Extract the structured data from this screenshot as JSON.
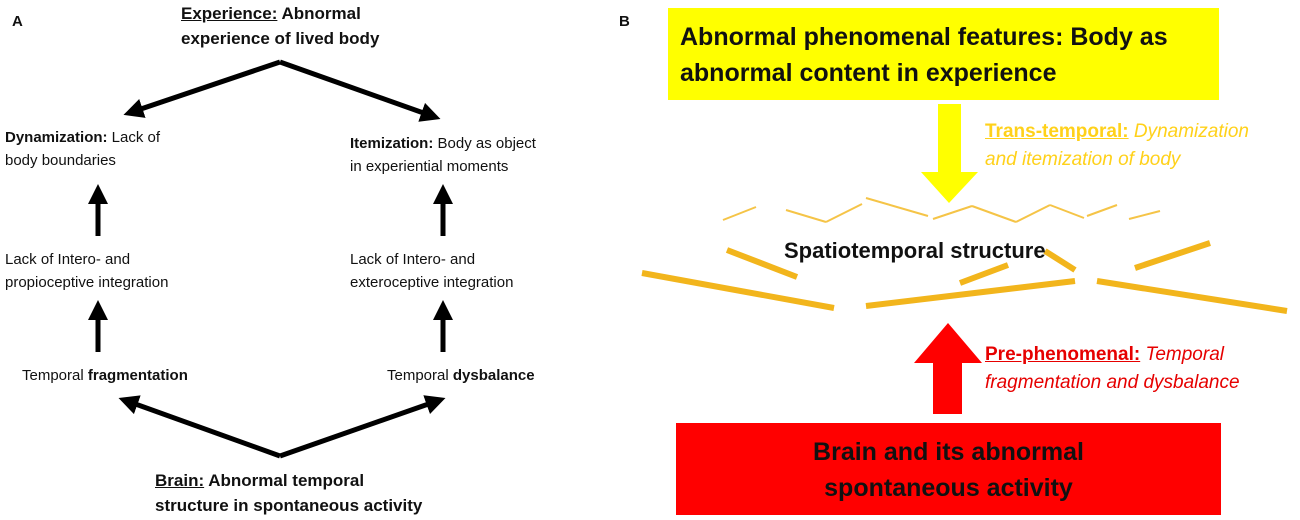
{
  "panel_a": {
    "letter": "A",
    "experience": {
      "head": "Experience:",
      "text1": " Abnormal",
      "text2": "experience of lived body"
    },
    "dynamization": {
      "head": "Dynamization:",
      "text1": " Lack of",
      "text2": "body boundaries"
    },
    "itemization": {
      "head": "Itemization:",
      "text1": " Body as object",
      "text2": "in experiential moments"
    },
    "lack_left": {
      "line1": "Lack of Intero- and",
      "line2": "propioceptive integration"
    },
    "lack_right": {
      "line1": "Lack of Intero- and",
      "line2": "exteroceptive integration"
    },
    "temporal_left": {
      "prefix": "Temporal ",
      "bold": "fragmentation"
    },
    "temporal_right": {
      "prefix": "Temporal ",
      "bold": "dysbalance"
    },
    "brain": {
      "head": "Brain:",
      "text1": " Abnormal temporal",
      "text2": "structure in spontaneous activity"
    }
  },
  "panel_b": {
    "letter": "B",
    "top_box": {
      "line1": "Abnormal phenomenal features: Body as",
      "line2": "abnormal content in experience",
      "color": "#ffff00"
    },
    "trans_temporal": {
      "head": "Trans-temporal:",
      "text1": " Dynamization",
      "text2": "and itemization of body",
      "color": "#ffd11a"
    },
    "center": "Spatiotemporal structure",
    "pre_phenomenal": {
      "head": "Pre-phenomenal:",
      "text1": " Temporal",
      "text2": "fragmentation and dysbalance",
      "color": "#e60000"
    },
    "bottom_box": {
      "line1": "Brain and its abnormal",
      "line2": "spontaneous activity",
      "color": "#ff0000"
    }
  }
}
